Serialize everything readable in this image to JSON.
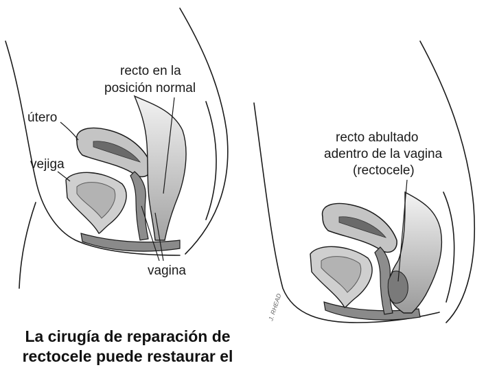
{
  "panels": {
    "left": {
      "labels": {
        "rectum_line1": "recto en la",
        "rectum_line2": "posición normal",
        "uterus": "útero",
        "bladder": "vejiga",
        "vagina": "vagina"
      }
    },
    "right": {
      "labels": {
        "rectocele_line1": "recto abultado",
        "rectocele_line2": "adentro de la vagina",
        "rectocele_line3": "(rectocele)"
      }
    }
  },
  "signature": "J. RHEAD",
  "caption": {
    "line1": "La cirugía de reparación de",
    "line2": "rectocele puede restaurar el"
  },
  "colors": {
    "organ_fill": "#bdbdbd",
    "organ_dark": "#7a7a7a",
    "outline": "#1a1a1a"
  }
}
